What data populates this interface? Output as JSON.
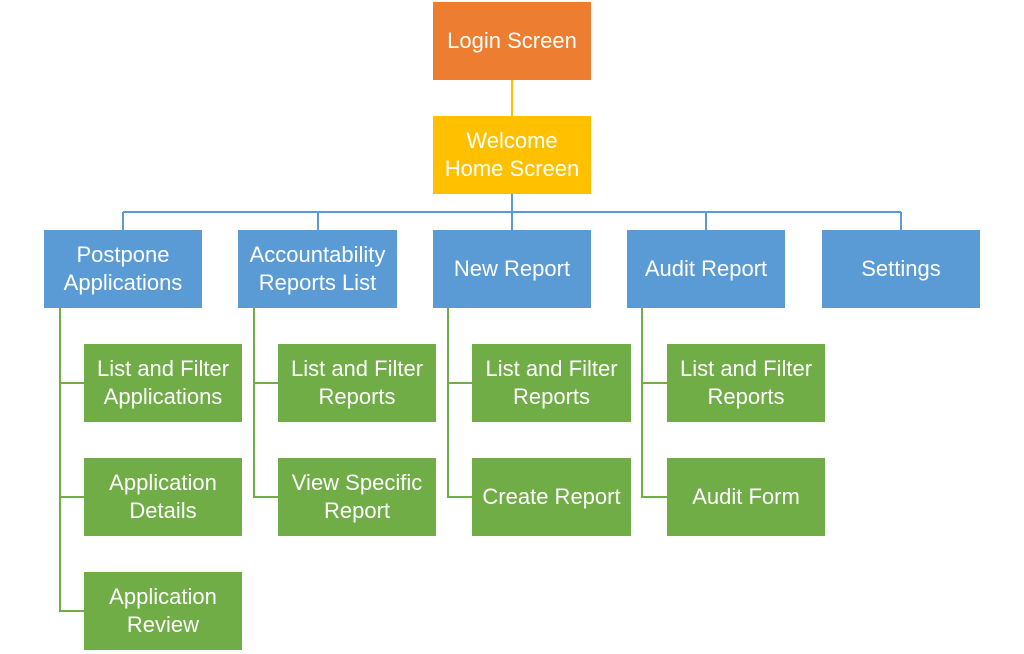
{
  "colors": {
    "root": "#ed7d31",
    "home": "#ffc000",
    "section": "#5b9bd5",
    "leaf": "#70ad47",
    "line_top": "#ffc000",
    "line_section": "#5b9bd5",
    "line_leaf": "#70ad47"
  },
  "root": {
    "label": "Login Screen"
  },
  "home": {
    "label": "Welcome\nHome Screen"
  },
  "sections": [
    {
      "label": "Postpone\nApplications",
      "children": [
        "List and Filter\nApplications",
        "Application\nDetails",
        "Application\nReview"
      ]
    },
    {
      "label": "Accountability\nReports List",
      "children": [
        "List and Filter\nReports",
        "View Specific\nReport"
      ]
    },
    {
      "label": "New Report",
      "children": [
        "List and Filter\nReports",
        "Create Report"
      ]
    },
    {
      "label": "Audit Report",
      "children": [
        "List and Filter\nReports",
        "Audit Form"
      ]
    },
    {
      "label": "Settings",
      "children": []
    }
  ]
}
